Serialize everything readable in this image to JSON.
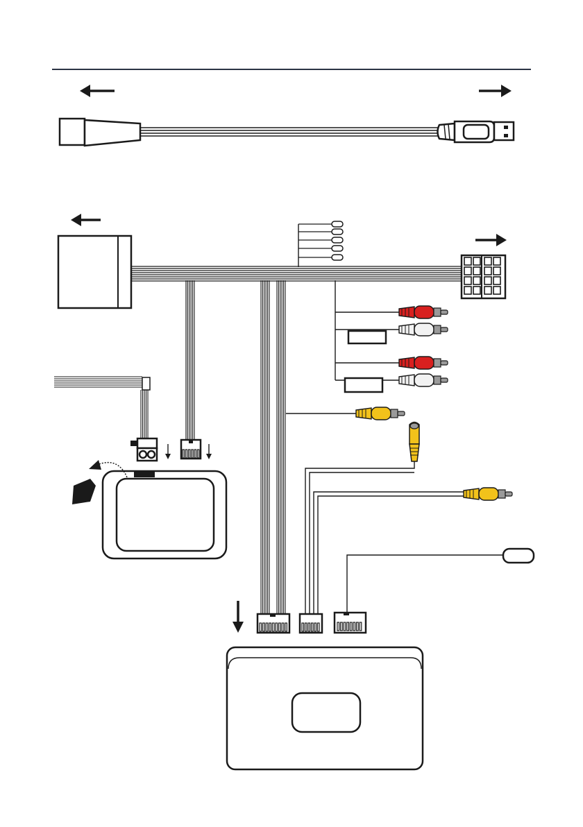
{
  "diagram": {
    "type": "wiring-diagram",
    "colors": {
      "line": "#1a1a1a",
      "header_rule": "#2b3344",
      "rca_red": "#d8201f",
      "rca_white": "#f2f2f2",
      "rca_yellow": "#f2c21b",
      "metal": "#9a9a9a"
    },
    "components": [
      "usb-extension-cable",
      "head-unit-harness-connector",
      "iso-output-connector",
      "rca-audio-outputs",
      "video-rca-output",
      "camera-rca-input",
      "video-rca-input",
      "microphone",
      "can-bus-module",
      "main-unit"
    ],
    "arrows": [
      "left",
      "right",
      "left",
      "right",
      "down",
      "down",
      "down"
    ]
  }
}
